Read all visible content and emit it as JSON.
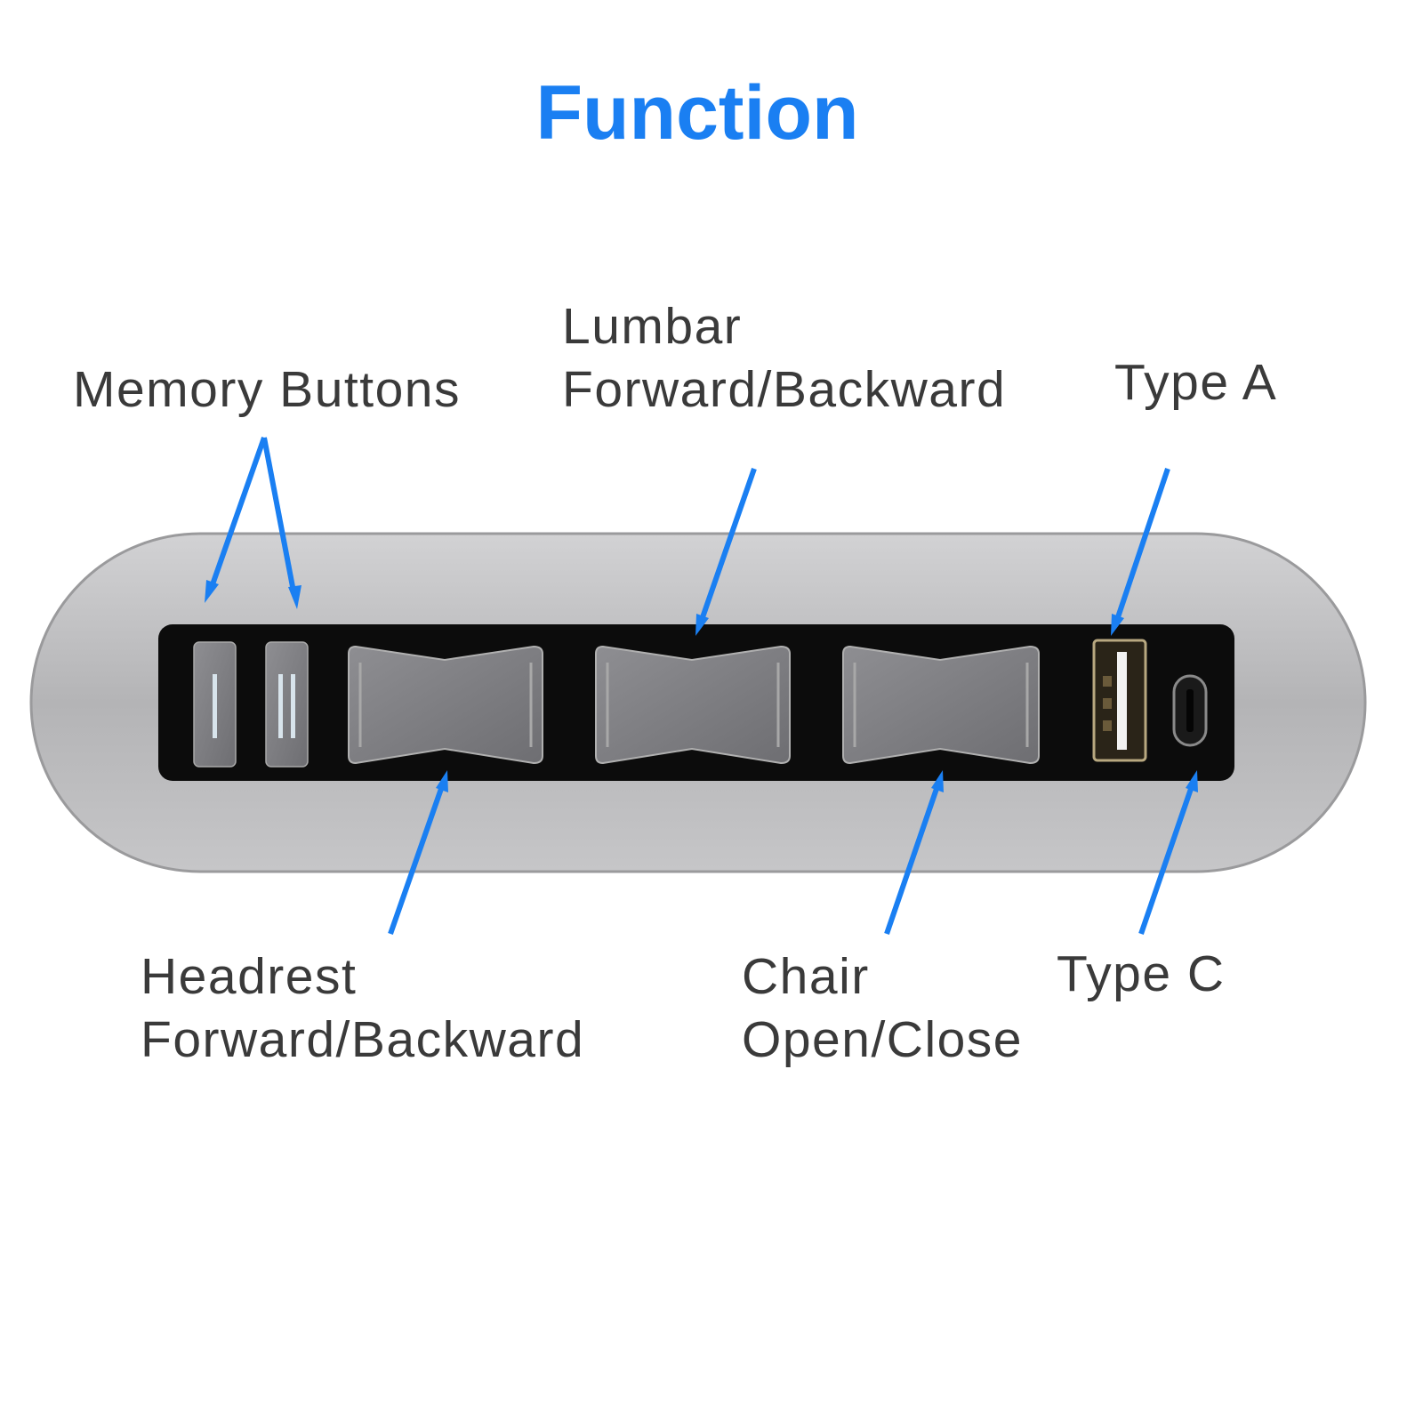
{
  "title": "Function",
  "accent_color": "#1a7ff2",
  "labels": {
    "memory": "Memory Buttons",
    "lumbar_line1": "Lumbar",
    "lumbar_line2": "Forward/Backward",
    "type_a": "Type A",
    "headrest_line1": "Headrest",
    "headrest_line2": "Forward/Backward",
    "chair_line1": "Chair",
    "chair_line2": "Open/Close",
    "type_c": "Type C"
  }
}
